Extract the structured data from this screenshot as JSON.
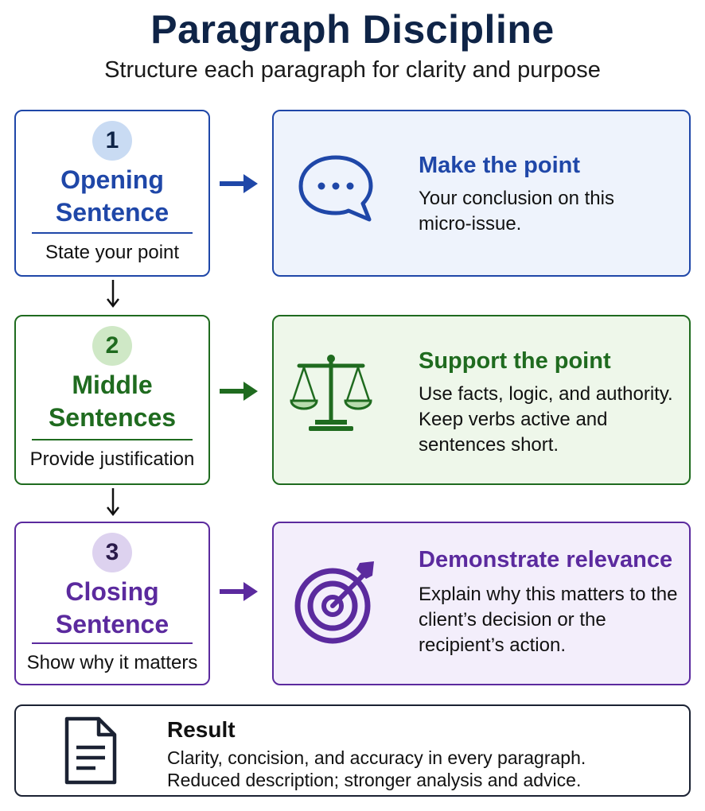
{
  "header": {
    "title": "Paragraph Discipline",
    "subtitle": "Structure each paragraph for clarity and purpose"
  },
  "steps": [
    {
      "number": "1",
      "title_line1": "Opening",
      "title_line2": "Sentence",
      "subtitle": "State your point",
      "heading": "Make the point",
      "body_line1": "Your conclusion on this",
      "body_line2": "micro-issue.",
      "body_line3": "",
      "icon": "speech-bubble-icon",
      "color": "#1f47a8",
      "bg": "#eef3fc",
      "badge_bg": "#c9dbf3"
    },
    {
      "number": "2",
      "title_line1": "Middle",
      "title_line2": "Sentences",
      "subtitle": "Provide justification",
      "heading": "Support the point",
      "body_line1": "Use facts, logic, and authority.",
      "body_line2": "Keep verbs active and",
      "body_line3": "sentences short.",
      "icon": "scales-of-justice-icon",
      "color": "#1f6b1f",
      "bg": "#eef7ea",
      "badge_bg": "#cfe8c6"
    },
    {
      "number": "3",
      "title_line1": "Closing",
      "title_line2": "Sentence",
      "subtitle": "Show why it matters",
      "heading": "Demonstrate relevance",
      "body_line1": "Explain why this matters to the",
      "body_line2": "client’s decision or the",
      "body_line3": "recipient’s action.",
      "icon": "target-icon",
      "color": "#5b2a9e",
      "bg": "#f3eefb",
      "badge_bg": "#ddd2ef"
    }
  ],
  "result": {
    "title": "Result",
    "line1": "Clarity, concision, and accuracy in every paragraph.",
    "line2": "Reduced description; stronger analysis and advice.",
    "icon": "document-icon"
  }
}
